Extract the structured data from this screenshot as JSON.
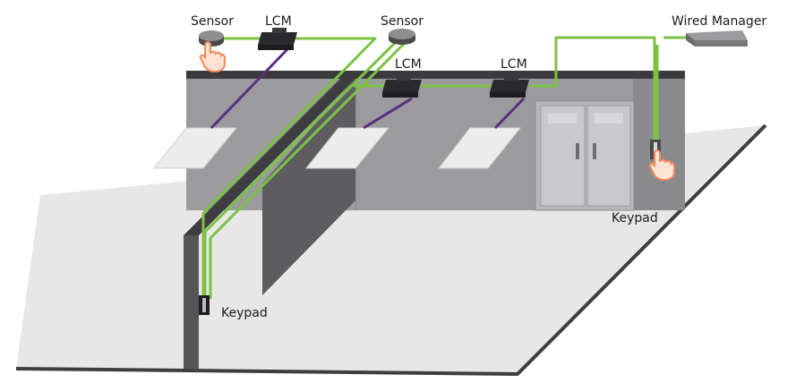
{
  "labels": {
    "sensor_left": "Sensor",
    "lcm_top": "LCM",
    "sensor_center": "Sensor",
    "lcm_middle": "LCM",
    "lcm_right": "LCM",
    "wired_manager": "Wired Manager",
    "keypad_right": "Keypad",
    "keypad_left": "Keypad"
  },
  "colors": {
    "network_cable": "#7cc242",
    "power_cable": "#5b2d82",
    "floor": "#e6e6e6",
    "wall_back": "#9a9a9c",
    "wall_dark": "#5e5e60",
    "wall_top": "#3a3a3c",
    "touch_icon": "#f08a5a"
  },
  "icons": {
    "touch": "hand-pointer-icon",
    "sensor": "motion-sensor-icon",
    "lcm": "lock-control-module-icon"
  }
}
